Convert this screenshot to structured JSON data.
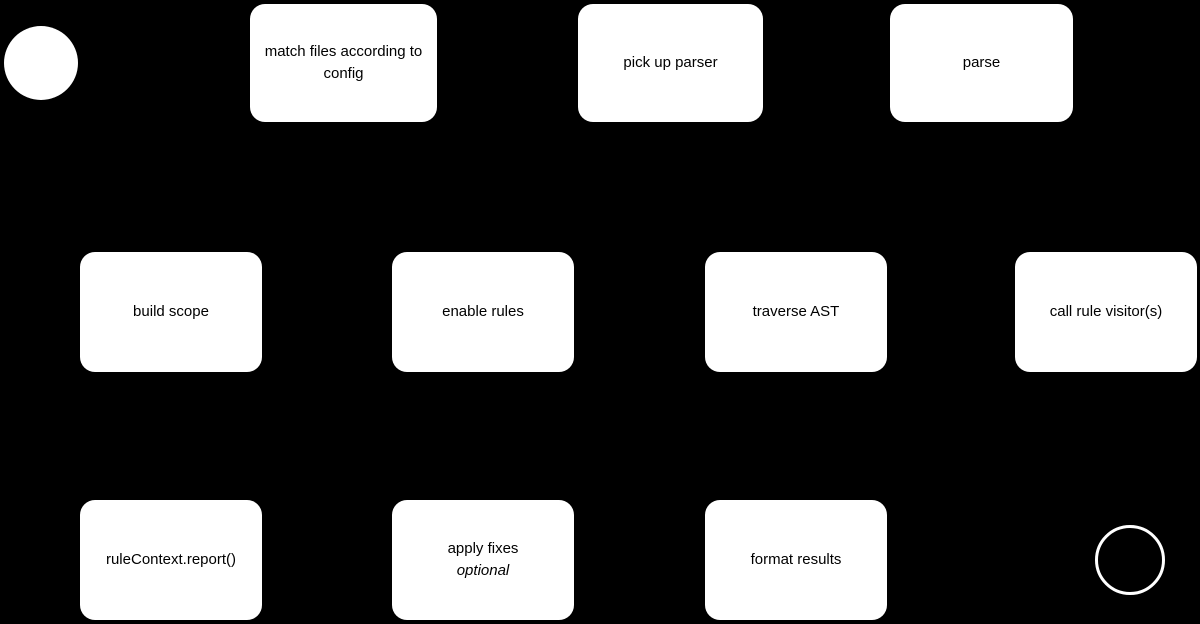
{
  "diagram": {
    "background_color": "#000000",
    "node_fill_color": "#ffffff",
    "node_text_color": "#000000",
    "start_node": {
      "shape": "filled-circle"
    },
    "end_node": {
      "shape": "outlined-circle"
    },
    "nodes": {
      "match_files": {
        "label": "match files according to config"
      },
      "pick_up_parser": {
        "label": "pick up parser"
      },
      "parse": {
        "label": "parse"
      },
      "build_scope": {
        "label": "build scope"
      },
      "enable_rules": {
        "label": "enable rules"
      },
      "traverse_ast": {
        "label": "traverse AST"
      },
      "call_rule_visitors": {
        "label": "call rule visitor(s)"
      },
      "rule_context_report": {
        "label": "ruleContext.report()"
      },
      "apply_fixes": {
        "label": "apply fixes",
        "sublabel": "optional"
      },
      "format_results": {
        "label": "format results"
      }
    }
  }
}
